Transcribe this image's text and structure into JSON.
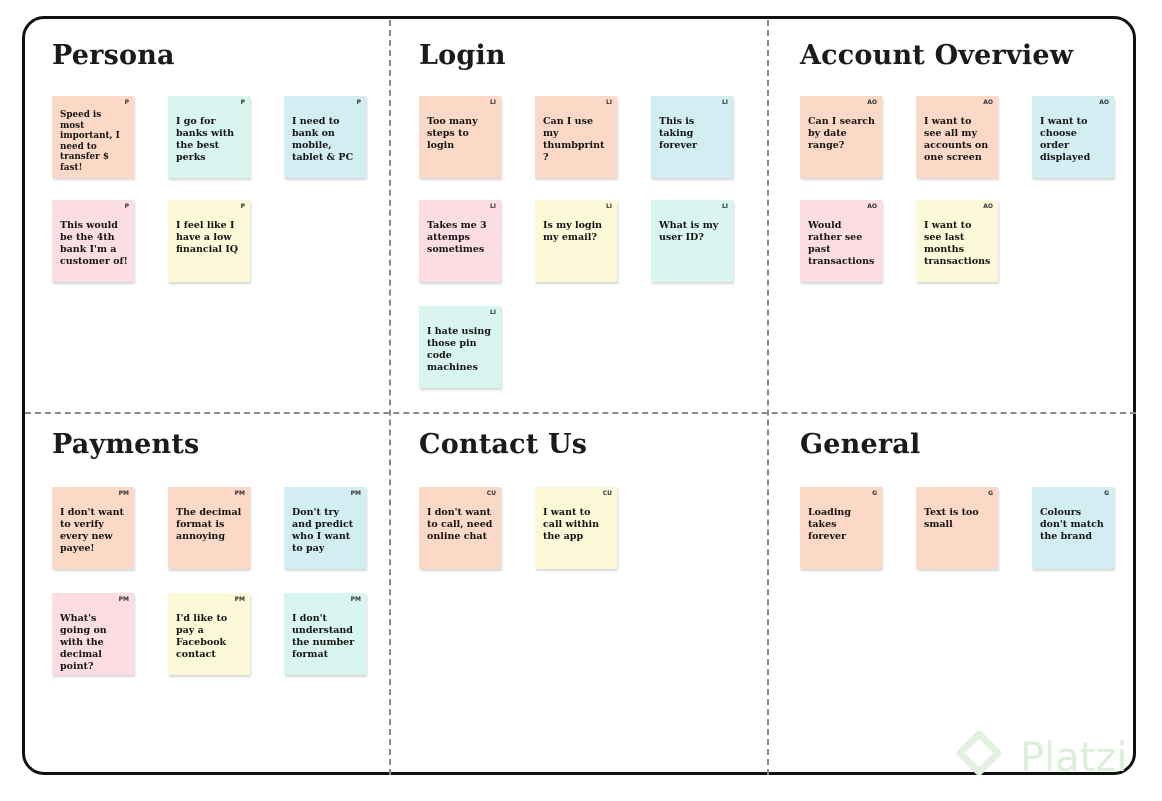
{
  "sections": {
    "persona": {
      "title": "Persona",
      "notes": [
        {
          "code": "P",
          "text": "Speed is most important, I need to transfer $ fast!",
          "color": "#fbd9c6"
        },
        {
          "code": "P",
          "text": "I go for banks with the best perks",
          "color": "#d9f5ef"
        },
        {
          "code": "P",
          "text": "I need to bank on mobile, tablet & PC",
          "color": "#d3eef3"
        },
        {
          "code": "P",
          "text": "This would be the 4th bank I'm a customer of!",
          "color": "#fbdde3"
        },
        {
          "code": "P",
          "text": "I feel like I have a low financial IQ",
          "color": "#fcf9d9"
        }
      ]
    },
    "login": {
      "title": "Login",
      "notes": [
        {
          "code": "LI",
          "text": "Too many steps to login",
          "color": "#fbd9c6"
        },
        {
          "code": "LI",
          "text": "Can I use my thumbprint ?",
          "color": "#fbd9c6"
        },
        {
          "code": "LI",
          "text": "This is taking forever",
          "color": "#d3eef3"
        },
        {
          "code": "LI",
          "text": "Takes me 3 attemps sometimes",
          "color": "#fbdde3"
        },
        {
          "code": "LI",
          "text": "Is my login my email?",
          "color": "#fcf9d9"
        },
        {
          "code": "LI",
          "text": "What is my user ID?",
          "color": "#d9f5ef"
        },
        {
          "code": "LI",
          "text": "I hate using those pin code machines",
          "color": "#d9f5ef"
        }
      ]
    },
    "account_overview": {
      "title": "Account Overview",
      "notes": [
        {
          "code": "AO",
          "text": "Can I search by date range?",
          "color": "#fbd9c6"
        },
        {
          "code": "AO",
          "text": "I want to see all my accounts on one screen",
          "color": "#fbd9c6"
        },
        {
          "code": "AO",
          "text": "I want to choose order displayed",
          "color": "#d3eef3"
        },
        {
          "code": "AO",
          "text": "Would rather see past transactions",
          "color": "#fbdde3"
        },
        {
          "code": "AO",
          "text": "I want to see last months transactions",
          "color": "#fcf9d9"
        }
      ]
    },
    "payments": {
      "title": "Payments",
      "notes": [
        {
          "code": "PM",
          "text": "I don't want to verify every new payee!",
          "color": "#fbd9c6"
        },
        {
          "code": "PM",
          "text": "The decimal format is annoying",
          "color": "#fbd9c6"
        },
        {
          "code": "PM",
          "text": "Don't try and predict who I want to pay",
          "color": "#d3eef3"
        },
        {
          "code": "PM",
          "text": "What's going on with the decimal point?",
          "color": "#fbdde3"
        },
        {
          "code": "PM",
          "text": "I'd like to pay a Facebook contact",
          "color": "#fcf9d9"
        },
        {
          "code": "PM",
          "text": "I don't understand the number format",
          "color": "#d9f5ef"
        }
      ]
    },
    "contact_us": {
      "title": "Contact Us",
      "notes": [
        {
          "code": "CU",
          "text": "I don't want to call, need online chat",
          "color": "#fbd9c6"
        },
        {
          "code": "CU",
          "text": "I want to call within the app",
          "color": "#fcf9d9"
        }
      ]
    },
    "general": {
      "title": "General",
      "notes": [
        {
          "code": "G",
          "text": "Loading takes forever",
          "color": "#fbd9c6"
        },
        {
          "code": "G",
          "text": "Text is too small",
          "color": "#fbd9c6"
        },
        {
          "code": "G",
          "text": "Colours don't match the brand",
          "color": "#d3eef3"
        }
      ]
    }
  },
  "watermark": {
    "text": "Platzi"
  }
}
